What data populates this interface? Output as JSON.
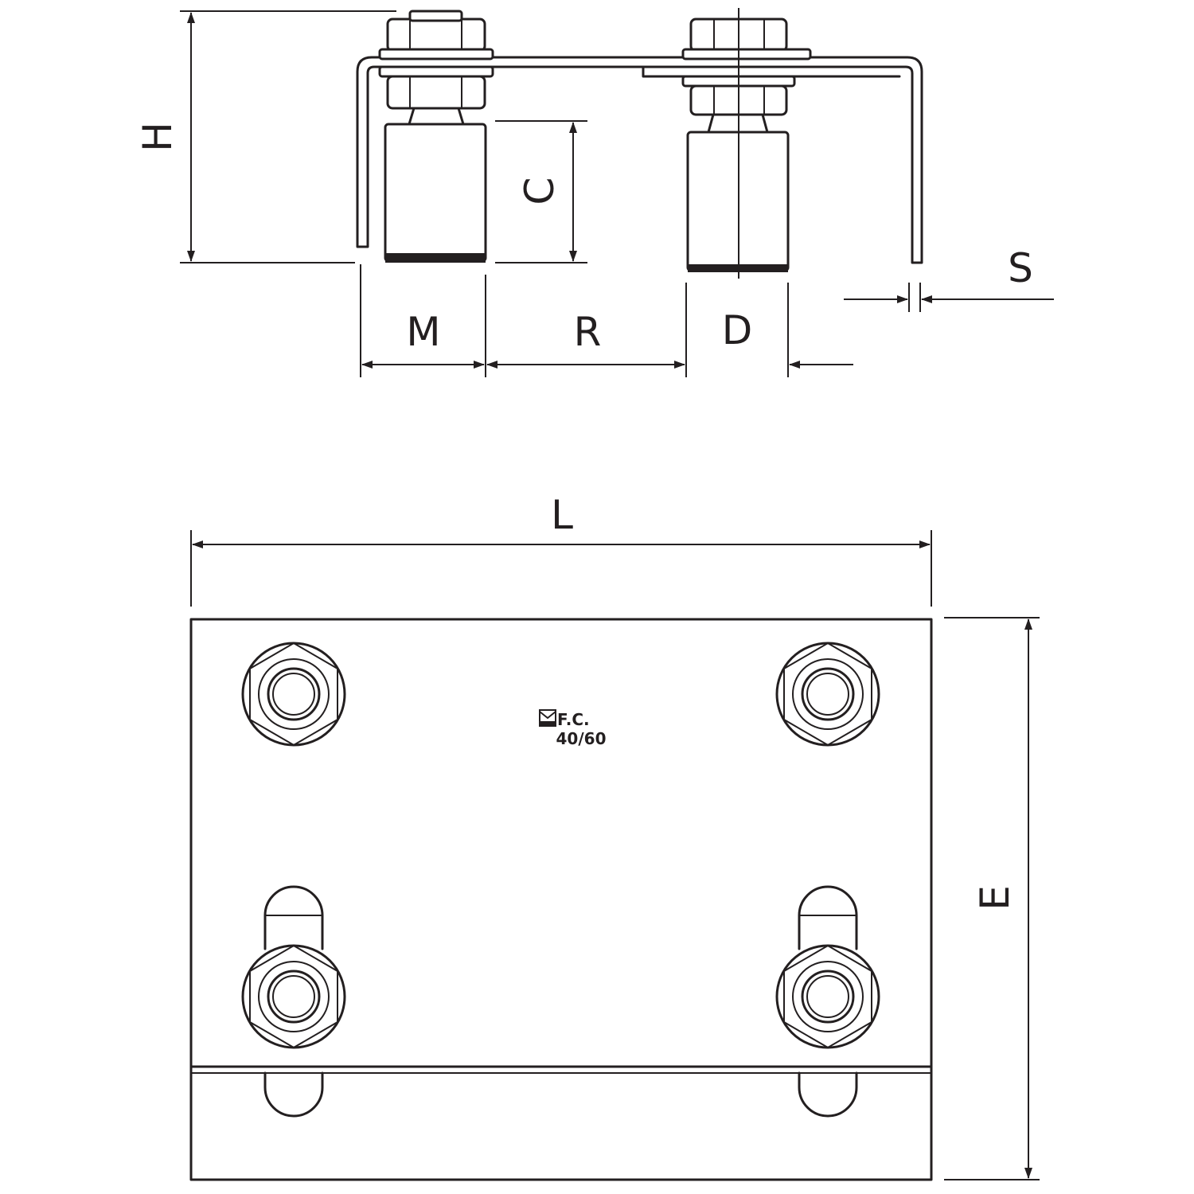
{
  "dimensions": {
    "H": "H",
    "C": "C",
    "M": "M",
    "R": "R",
    "D": "D",
    "S": "S",
    "L": "L",
    "E": "E"
  },
  "stamp": {
    "brand": "F.C.",
    "model": "40/60"
  },
  "colors": {
    "line": "#231f20",
    "background": "#ffffff"
  }
}
